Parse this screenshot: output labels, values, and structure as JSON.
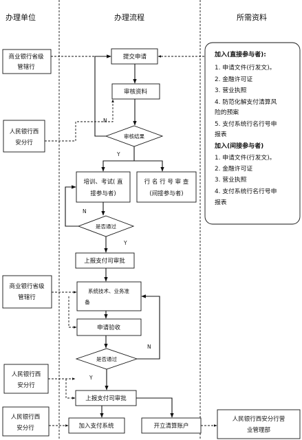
{
  "columns": {
    "units": "办理单位",
    "process": "办理流程",
    "materials": "所需资料"
  },
  "units": {
    "commercial_1": [
      "商业银行省级",
      "管辖行"
    ],
    "pboc_xian_1": [
      "人民银行西",
      "安分行"
    ],
    "commercial_2": [
      "商业银行省级",
      "管辖行"
    ],
    "pboc_xian_2": [
      "人民银行西",
      "安分行"
    ],
    "pboc_xian_3": [
      "人民银行西",
      "安分行"
    ],
    "business_dept": [
      "人民银行西安分行营",
      "业管理部"
    ]
  },
  "process": {
    "submit": "提交申请",
    "review": "审核资料",
    "review_result": "审核结果",
    "training": [
      "培训、考试( 直",
      "接参与者)"
    ],
    "bank_code_review": [
      "行 名 行 号 审 查",
      "(间接参与者)"
    ],
    "passed_1": "是否通过",
    "report_1": "上报支付司审批",
    "system_prep": [
      "系统技术、业务准",
      "备"
    ],
    "acceptance": "申请验收",
    "passed_2": "是否通过",
    "report_2": "上报支付司审批",
    "join_system": "加入支付系统",
    "open_account": "开立清算账户",
    "label_n": "N",
    "label_y": "Y"
  },
  "materials": {
    "direct_title": "加入(直接参与者):",
    "direct_items": [
      "1. 申请文件(行发文)。",
      "2. 金融许可证",
      "3. 营业执照",
      "4. 防范化解支付清算风",
      "险的预案",
      "5. 支付系统行名行号申",
      "报表"
    ],
    "indirect_title": "加入(间接参与者)",
    "indirect_items": [
      "1. 申请文件(行发文)。",
      "2. 金融许可证",
      "3. 营业执照",
      "4. 支付系统行名行号申",
      "报表"
    ]
  },
  "colors": {
    "line": "#111111",
    "box_fill": "#ffffff"
  }
}
